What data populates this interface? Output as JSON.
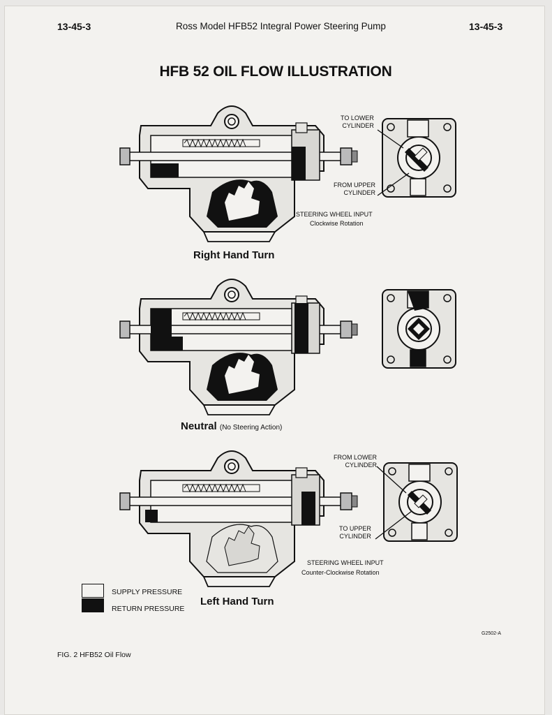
{
  "header": {
    "section_left": "13-45-3",
    "running_title": "Ross Model HFB52 Integral Power Steering Pump",
    "section_right": "13-45-3"
  },
  "title": "HFB 52 OIL FLOW ILLUSTRATION",
  "panels": [
    {
      "caption": "Right Hand Turn",
      "callout_top": "TO LOWER\nCYLINDER",
      "callout_bottom": "FROM UPPER\nCYLINDER",
      "input_label": "STEERING WHEEL INPUT",
      "rotation_label": "Clockwise Rotation"
    },
    {
      "caption": "Neutral",
      "caption_note": "(No Steering Action)"
    },
    {
      "caption": "Left Hand Turn",
      "callout_top": "FROM LOWER\nCYLINDER",
      "callout_bottom": "TO UPPER\nCYLINDER",
      "input_label": "STEERING WHEEL INPUT",
      "rotation_label": "Counter-Clockwise Rotation"
    }
  ],
  "legend": {
    "supply": "SUPPLY PRESSURE",
    "return": "RETURN PRESSURE"
  },
  "figure_caption": "FIG. 2 HFB52 Oil Flow",
  "drawing_code": "G2502-A"
}
